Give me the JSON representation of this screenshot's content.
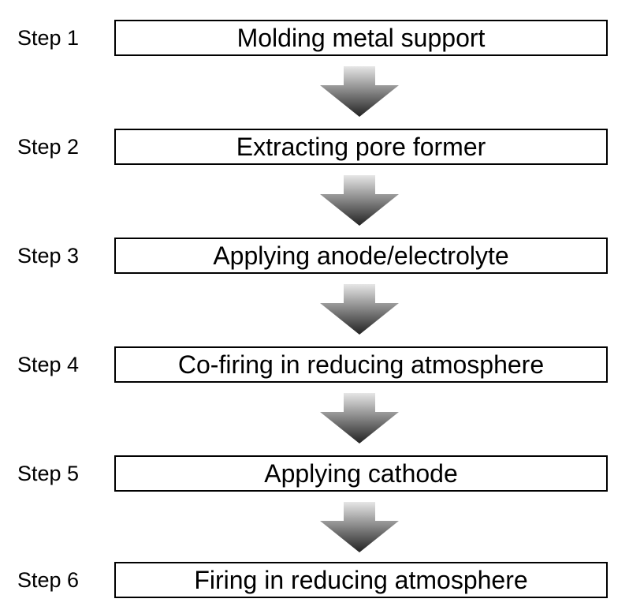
{
  "steps": [
    {
      "label": "Step 1",
      "text": "Molding metal support"
    },
    {
      "label": "Step 2",
      "text": "Extracting pore former"
    },
    {
      "label": "Step 3",
      "text": "Applying anode/electrolyte"
    },
    {
      "label": "Step 4",
      "text": "Co-firing in reducing atmosphere"
    },
    {
      "label": "Step 5",
      "text": "Applying cathode"
    },
    {
      "label": "Step 6",
      "text": "Firing in reducing atmosphere"
    }
  ],
  "colors": {
    "arrow_light": "#e6e6e6",
    "arrow_dark": "#222222",
    "border": "#000000"
  },
  "icons": {
    "arrow": "gradient-down-arrow-icon"
  }
}
